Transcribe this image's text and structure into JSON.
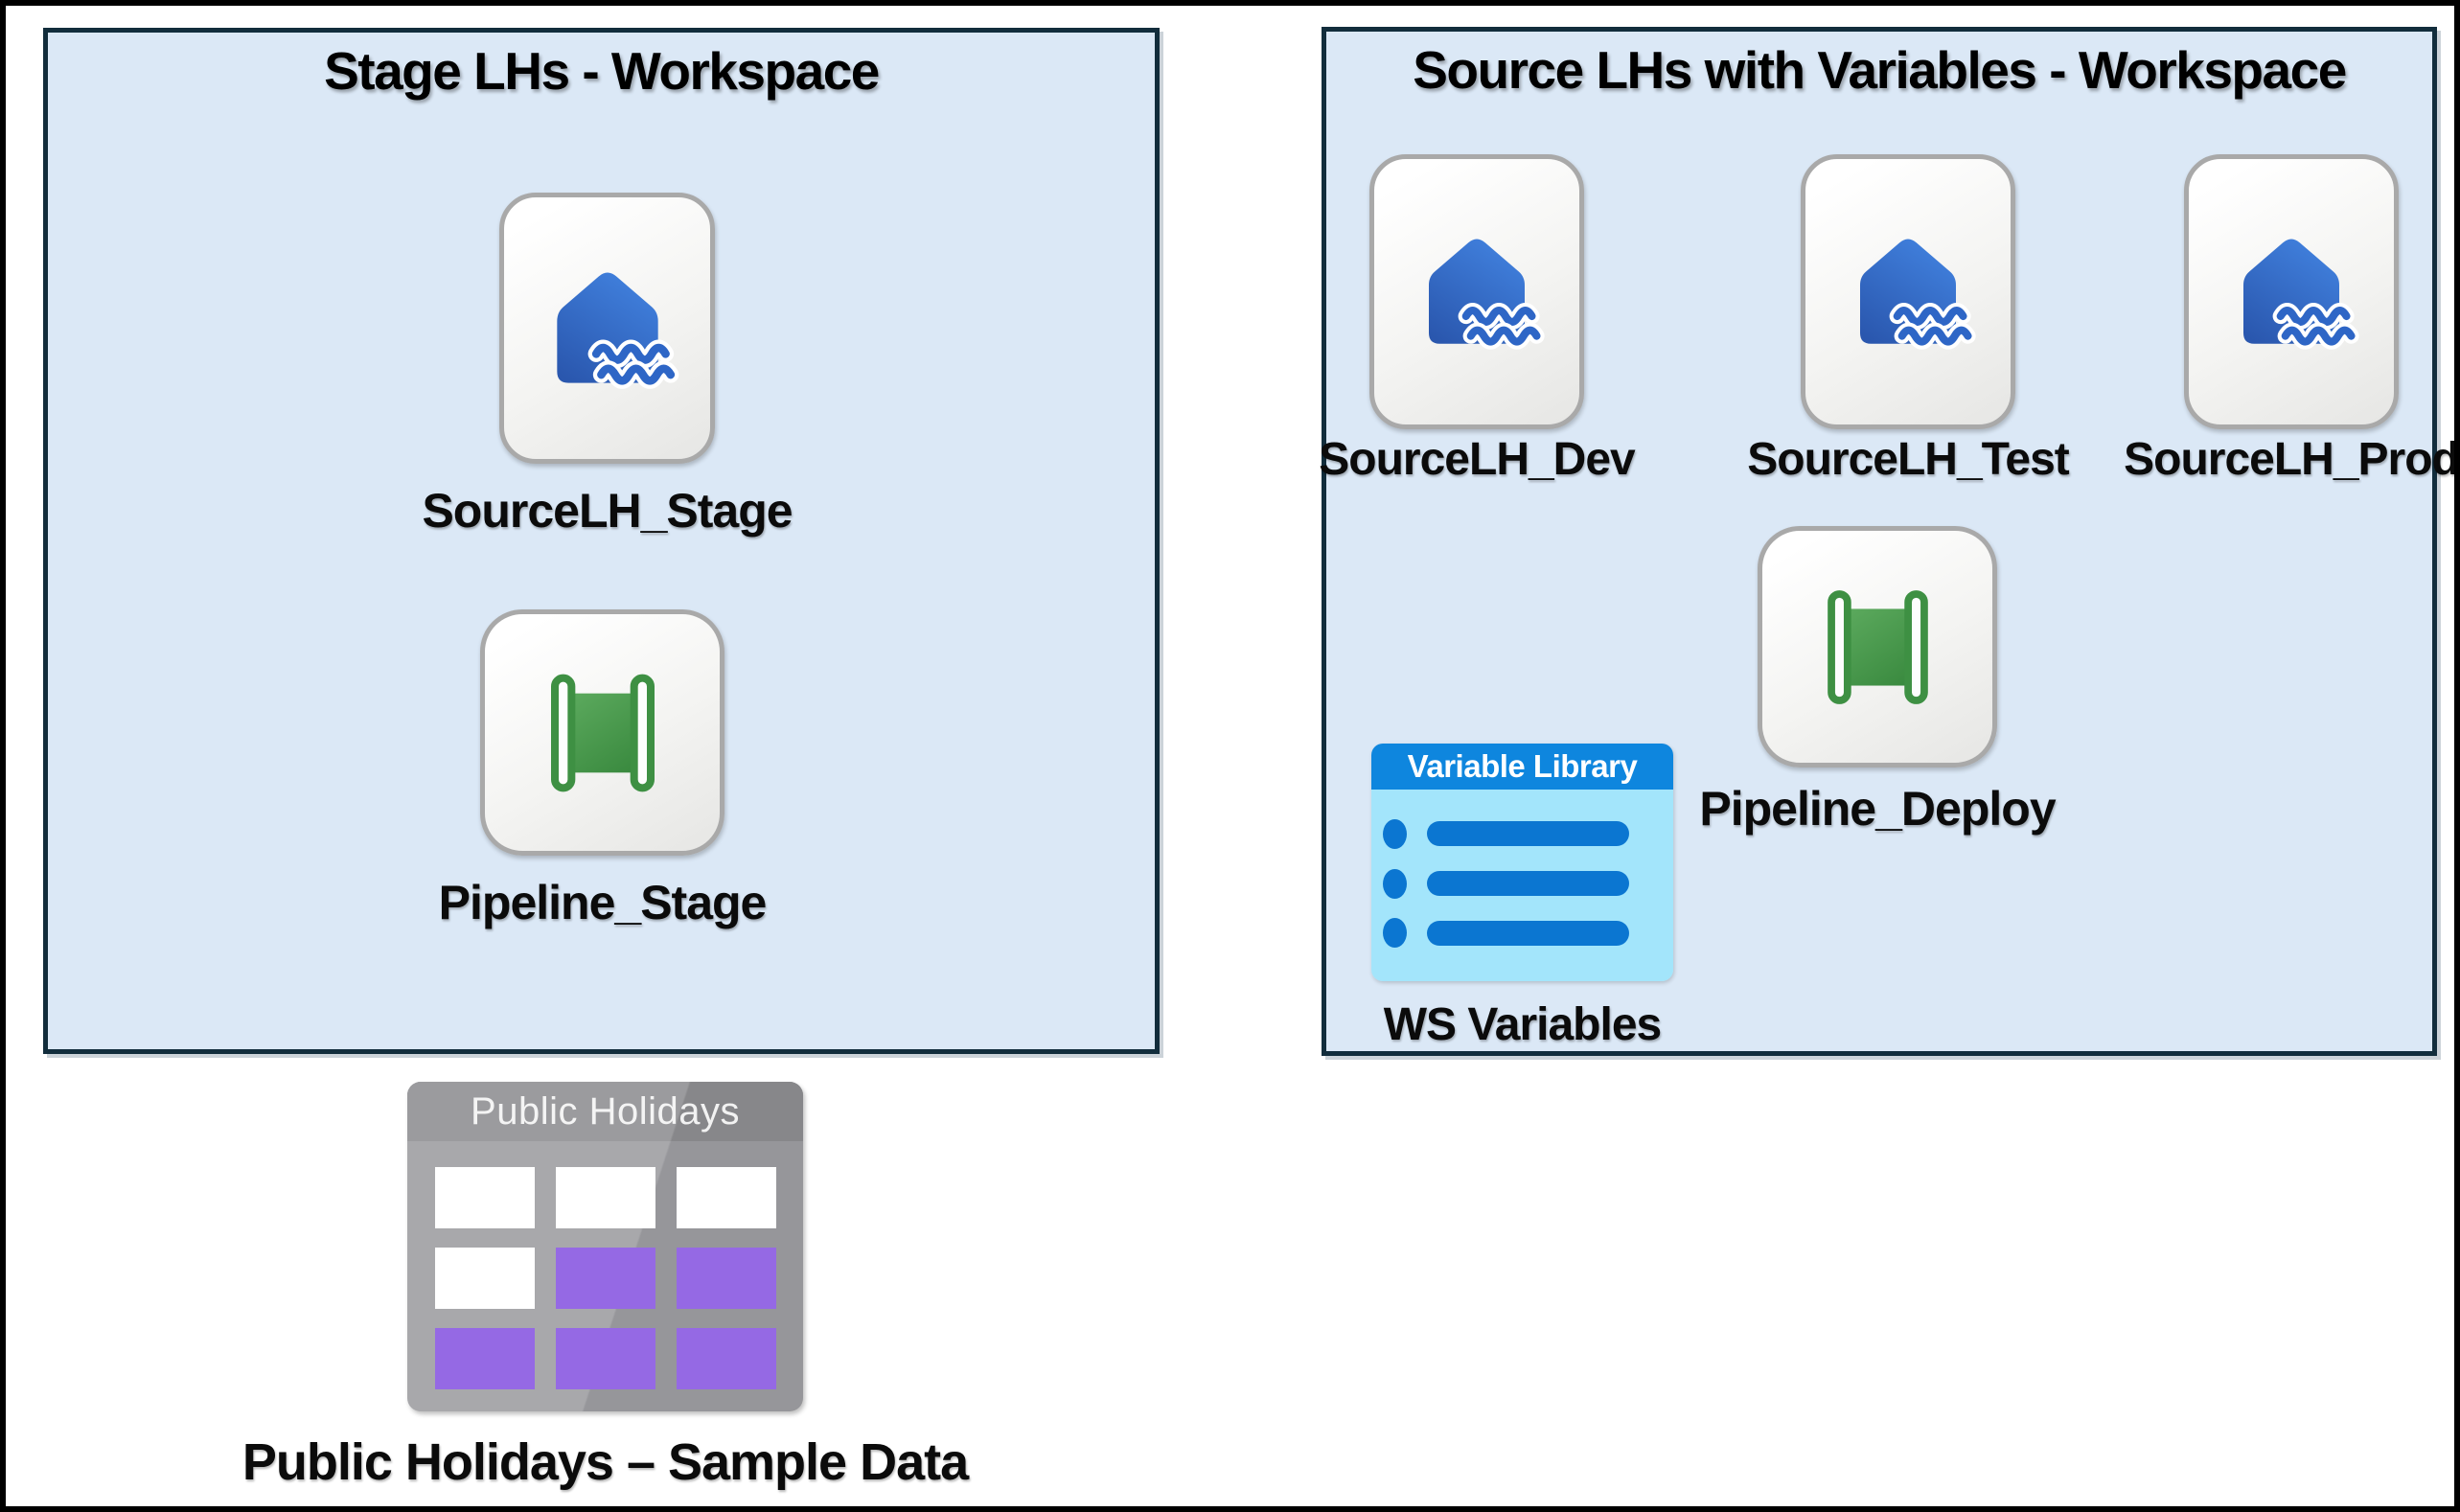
{
  "colors": {
    "box_fill": "#dbe8f6",
    "box_border": "#122d3c",
    "card_border": "#a9a9a9",
    "lh_blue_light": "#4181de",
    "lh_blue_dark": "#2a57ae",
    "wave_blue": "#2e66c6",
    "pipe_green_stroke": "#3e9043",
    "pipe_green_light": "#5aa85c",
    "pipe_green_dark": "#3a8a3f",
    "vl_header": "#0e86de",
    "vl_body": "#a3e5fb",
    "vl_item": "#0b76d1",
    "ph_header_gray": "#87878a",
    "ph_body_gray": "#96969a",
    "cell_white": "#ffffff",
    "cell_purple": "#9569e4",
    "label_color": "#0b0b0b"
  },
  "stage_workspace": {
    "title": "Stage LHs - Workspace",
    "lakehouse": {
      "label": "SourceLH_Stage"
    },
    "pipeline": {
      "label": "Pipeline_Stage"
    }
  },
  "source_workspace": {
    "title": "Source LHs with Variables - Workspace",
    "lakehouses": [
      {
        "label": "SourceLH_Dev"
      },
      {
        "label": "SourceLH_Test"
      },
      {
        "label": "SourceLH_Prod"
      }
    ],
    "pipeline": {
      "label": "Pipeline_Deploy"
    },
    "variable_library": {
      "header": "Variable Library",
      "label": "WS Variables",
      "row_count": 3
    }
  },
  "sample_data": {
    "header": "Public Holidays",
    "label": "Public Holidays – Sample Data",
    "grid": [
      [
        "white",
        "white",
        "white"
      ],
      [
        "white",
        "purple",
        "purple"
      ],
      [
        "purple",
        "purple",
        "purple"
      ]
    ]
  }
}
